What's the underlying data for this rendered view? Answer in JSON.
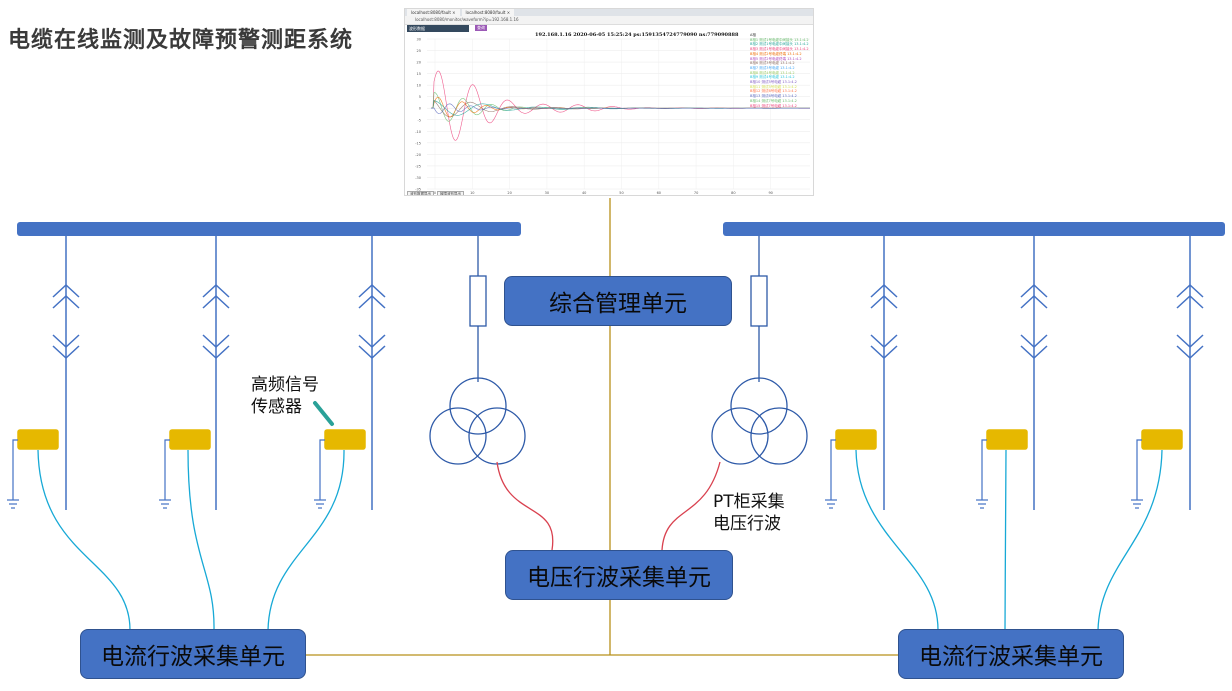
{
  "page": {
    "title": "电缆在线监测及故障预警测距系统"
  },
  "units": {
    "management": "综合管理单元",
    "voltage": "电压行波采集单元",
    "current_left": "电流行波采集单元",
    "current_right": "电流行波采集单元"
  },
  "labels": {
    "sensor_line1": "高频信号",
    "sensor_line2": "传感器",
    "pt_line1": "PT柜采集",
    "pt_line2": "电压行波"
  },
  "screenshot": {
    "tab1": "localhost:8080/fault ×",
    "tab2": "localhost:8080/fault ×",
    "address": "localhost:8080/monitor/waveform?ip=192.168.1.16",
    "toolbar_label": "波形数据",
    "button_label": "查询",
    "chart_title": "192.168.1.16 2020-06-05 15:25:24 ps:1591354724779090 ns:779090888",
    "footer_buttons": [
      "波形数据导出",
      "故障波形导出"
    ],
    "legend_header": "A相",
    "legend_items": [
      {
        "text": "B相1 测试1号电缆中间接头 13.1:4.2",
        "color": "#66bb6a"
      },
      {
        "text": "B相2 测试1号电缆中间接头 13.1:4.2",
        "color": "#26a69a"
      },
      {
        "text": "B相3 测试1号电缆中间接头 13.1:4.2",
        "color": "#ec407a"
      },
      {
        "text": "B相4 测试2号电缆终端 13.1:4.2",
        "color": "#ef6c00"
      },
      {
        "text": "B相5 测试2号电缆终端 13.1:4.2",
        "color": "#ab47bc"
      },
      {
        "text": "B相6 测试3号电缆 13.1:4.2",
        "color": "#8d6e63"
      },
      {
        "text": "B相7 测试3号电缆 13.1:4.2",
        "color": "#42a5f5"
      },
      {
        "text": "B相8 测试4号电缆 13.1:4.2",
        "color": "#9ccc65"
      },
      {
        "text": "B相9 测试4号电缆 13.1:4.2",
        "color": "#26c6da"
      },
      {
        "text": "B相10 测试5号电缆 13.1:4.2",
        "color": "#7e57c2"
      },
      {
        "text": "B相11 测试5号电缆 13.1:4.2",
        "color": "#d4e157"
      },
      {
        "text": "B相12 测试6号电缆 13.1:4.2",
        "color": "#ff7043"
      },
      {
        "text": "B相13 测试6号电缆 13.1:4.2",
        "color": "#5c6bc0"
      },
      {
        "text": "B相14 测试7号电缆 13.1:4.2",
        "color": "#66bb6a"
      },
      {
        "text": "B相15 测试7号电缆 13.1:4.2",
        "color": "#ec407a"
      }
    ],
    "y_ticks": [
      "30",
      "25",
      "20",
      "15",
      "10",
      "5",
      "0",
      "-5",
      "-10",
      "-15",
      "-20",
      "-25",
      "-30",
      "-35"
    ],
    "x_ticks": [
      "0",
      "10",
      "20",
      "30",
      "40",
      "50",
      "60",
      "70",
      "80",
      "90"
    ]
  },
  "colors": {
    "busbar": "#4472c4",
    "unit_fill": "#4472c4",
    "sensor": "#e6b800",
    "current_signal": "#17a9d6",
    "voltage_signal": "#d9414f",
    "comm_line": "#b8901a"
  }
}
